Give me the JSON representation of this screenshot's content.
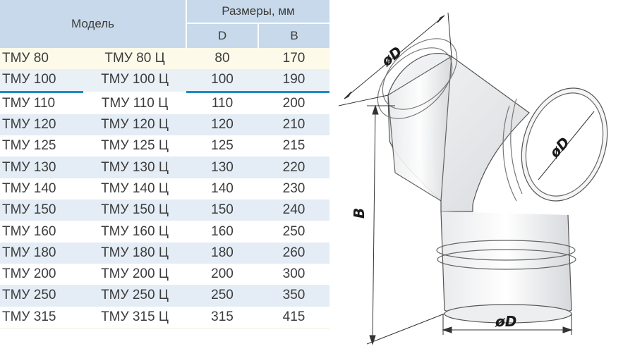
{
  "table": {
    "header": {
      "model": "Модель",
      "sizes": "Размеры, мм",
      "d": "D",
      "b": "B"
    },
    "rows": [
      {
        "model": "ТМУ 80",
        "model_c": "ТМУ 80 Ц",
        "d": "80",
        "b": "170"
      },
      {
        "model": "ТМУ 100",
        "model_c": "ТМУ 100 Ц",
        "d": "100",
        "b": "190"
      },
      {
        "model": "ТМУ 110",
        "model_c": "ТМУ 110 Ц",
        "d": "110",
        "b": "200"
      },
      {
        "model": "ТМУ 120",
        "model_c": "ТМУ 120 Ц",
        "d": "120",
        "b": "210"
      },
      {
        "model": "ТМУ 125",
        "model_c": "ТМУ 125 Ц",
        "d": "125",
        "b": "215"
      },
      {
        "model": "ТМУ 130",
        "model_c": "ТМУ 130 Ц",
        "d": "130",
        "b": "220"
      },
      {
        "model": "ТМУ 140",
        "model_c": "ТМУ 140 Ц",
        "d": "140",
        "b": "230"
      },
      {
        "model": "ТМУ 150",
        "model_c": "ТМУ 150 Ц",
        "d": "150",
        "b": "240"
      },
      {
        "model": "ТМУ 160",
        "model_c": "ТМУ 160 Ц",
        "d": "160",
        "b": "250"
      },
      {
        "model": "ТМУ 180",
        "model_c": "ТМУ 180 Ц",
        "d": "180",
        "b": "260"
      },
      {
        "model": "ТМУ 200",
        "model_c": "ТМУ 200 Ц",
        "d": "200",
        "b": "300"
      },
      {
        "model": "ТМУ 250",
        "model_c": "ТМУ 250 Ц",
        "d": "250",
        "b": "350"
      },
      {
        "model": "ТМУ 315",
        "model_c": "ТМУ 315 Ц",
        "d": "315",
        "b": "415"
      }
    ]
  },
  "drawing": {
    "label_d_top": "øD",
    "label_d_right": "øD",
    "label_d_bottom": "øD",
    "label_b": "B"
  },
  "colors": {
    "header_bg": "#c7d9ea",
    "row_blue": "#e4edf5",
    "row_cream": "#fdfaea",
    "accent": "#1e8bc3"
  }
}
